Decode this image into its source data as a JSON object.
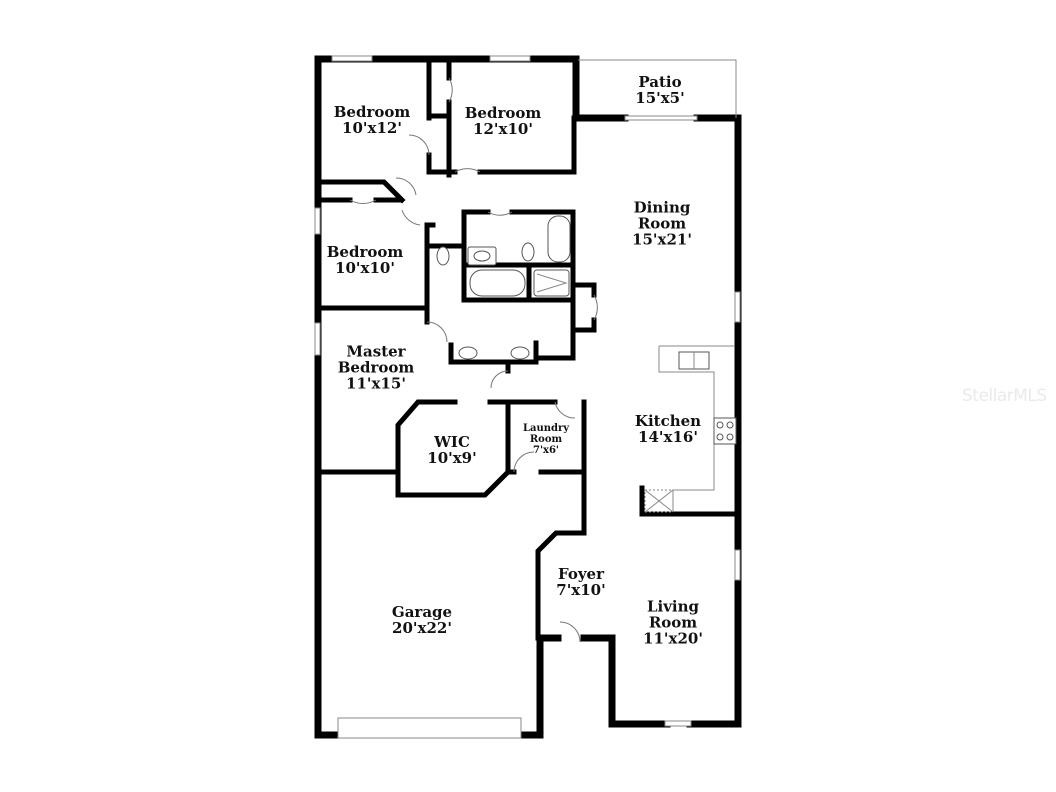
{
  "floorplan": {
    "rooms": [
      {
        "id": "bedroom-1",
        "name": "Bedroom",
        "dimensions": "10'x12'"
      },
      {
        "id": "bedroom-2",
        "name": "Bedroom",
        "dimensions": "12'x10'"
      },
      {
        "id": "patio",
        "name": "Patio",
        "dimensions": "15'x5'"
      },
      {
        "id": "bedroom-3",
        "name": "Bedroom",
        "dimensions": "10'x10'"
      },
      {
        "id": "dining-room",
        "name": "Dining Room",
        "name_lines": [
          "Dining",
          "Room"
        ],
        "dimensions": "15'x21'"
      },
      {
        "id": "master-bedroom",
        "name": "Master Bedroom",
        "name_lines": [
          "Master",
          "Bedroom"
        ],
        "dimensions": "11'x15'"
      },
      {
        "id": "kitchen",
        "name": "Kitchen",
        "dimensions": "14'x16'"
      },
      {
        "id": "wic",
        "name": "WIC",
        "dimensions": "10'x9'"
      },
      {
        "id": "laundry-room",
        "name": "Laundry Room",
        "name_lines": [
          "Laundry",
          "Room"
        ],
        "dimensions": "7'x6'"
      },
      {
        "id": "foyer",
        "name": "Foyer",
        "dimensions": "7'x10'"
      },
      {
        "id": "garage",
        "name": "Garage",
        "dimensions": "20'x22'"
      },
      {
        "id": "living-room",
        "name": "Living Room",
        "name_lines": [
          "Living",
          "Room"
        ],
        "dimensions": "11'x20'"
      }
    ],
    "colors": {
      "wall": "#000000",
      "fixture": "#555555",
      "background": "#ffffff",
      "watermark": "#eaeaea"
    }
  },
  "watermark": "StellarMLS"
}
